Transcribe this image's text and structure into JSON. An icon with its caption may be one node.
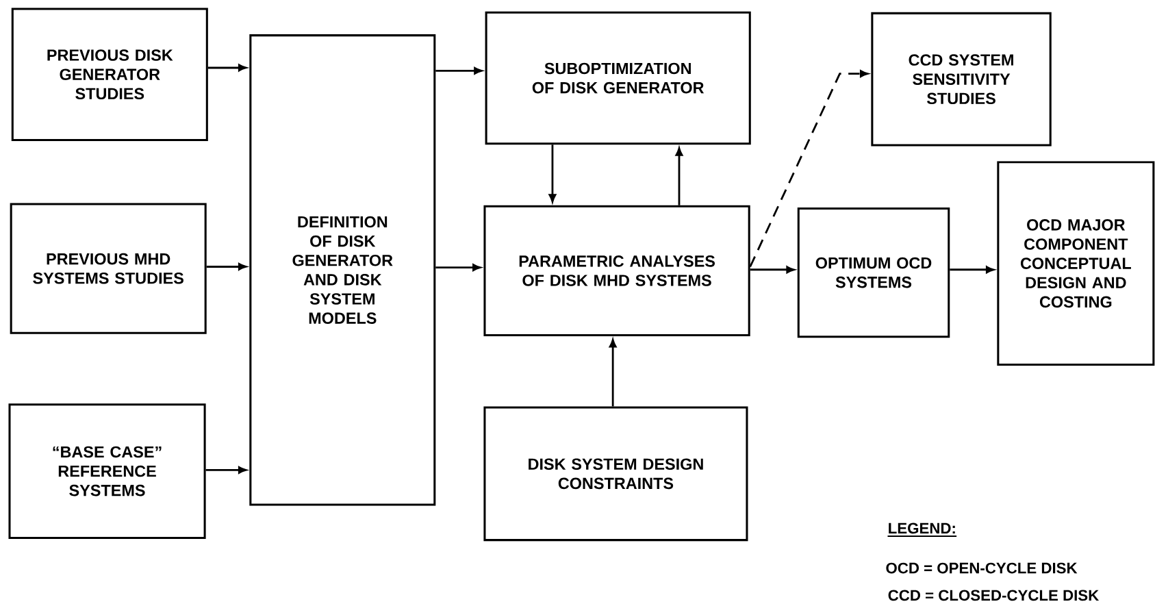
{
  "diagram": {
    "nodes": [
      {
        "text": [
          "PREVIOUS DISK GENERATOR STUDIES"
        ]
      },
      {
        "text": [
          "PREVIOUS MHD SYSTEMS STUDIES"
        ]
      },
      {
        "text": [
          "“BASE CASE” REFERENCE SYSTEMS"
        ]
      },
      {
        "text": [
          "DEFINITION OF DISK GENERATOR AND DISK SYSTEM MODELS"
        ]
      },
      {
        "text": [
          "SUBOPTIMIZATION OF DISK GENERATOR"
        ]
      },
      {
        "text": [
          "PARAMETRIC ANALYSES OF DISK MHD SYSTEMS"
        ]
      },
      {
        "text": [
          "DISK SYSTEM DESIGN CONSTRAINTS"
        ]
      },
      {
        "text": [
          "CCD SYSTEM SENSITIVITY STUDIES"
        ]
      },
      {
        "text": [
          "OPTIMUM OCD SYSTEMS"
        ]
      },
      {
        "text": [
          "OCD MAJOR COMPONENT CONCEPTUAL DESIGN AND COSTING"
        ]
      }
    ],
    "edges": [
      {
        "from": 0,
        "to": 3,
        "arrow": "to"
      },
      {
        "from": 1,
        "to": 3,
        "arrow": "to"
      },
      {
        "from": 2,
        "to": 3,
        "arrow": "to"
      },
      {
        "from": 3,
        "to": 4,
        "arrow": "to"
      },
      {
        "from": 3,
        "to": 5,
        "arrow": "to"
      },
      {
        "from": 4,
        "to": 5,
        "arrow": "to"
      },
      {
        "from": 5,
        "to": 4,
        "arrow": "to"
      },
      {
        "from": 6,
        "to": 5,
        "arrow": "to"
      },
      {
        "from": 5,
        "to": 7,
        "arrow": "to",
        "style": "dashed"
      },
      {
        "from": 5,
        "to": 8,
        "arrow": "to"
      },
      {
        "from": 8,
        "to": 9,
        "arrow": "to"
      }
    ],
    "labels": [
      "LEGEND:",
      "OCD = OPEN-CYCLE DISK",
      "CCD = CLOSED-CYCLE DISK"
    ]
  }
}
